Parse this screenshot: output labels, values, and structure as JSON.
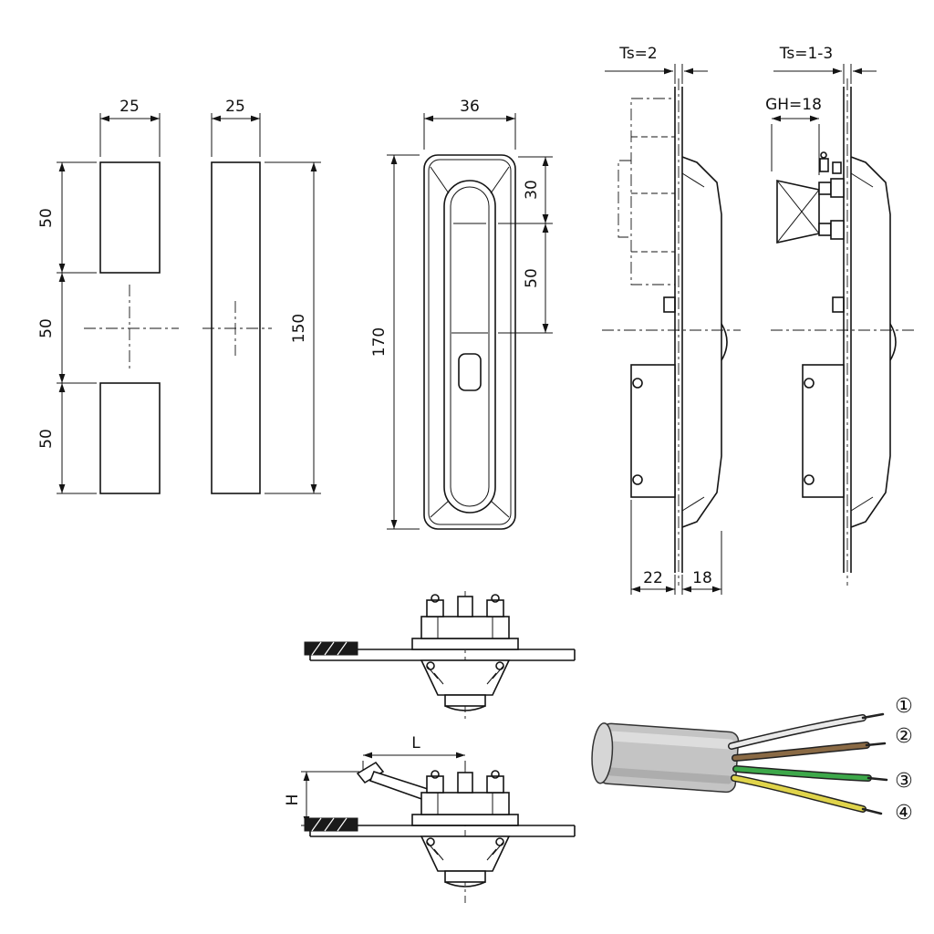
{
  "views": {
    "block_pair": {
      "dim_width": "25",
      "dim_seg1": "50",
      "dim_seg2": "50",
      "dim_seg3": "50"
    },
    "block_tall": {
      "dim_width": "25",
      "dim_height": "150"
    },
    "front": {
      "dim_width": "36",
      "dim_height": "170",
      "dim_handle_top": "30",
      "dim_handle_mid": "50"
    },
    "side_a": {
      "panel_thickness": "Ts=2",
      "dim_behind": "22",
      "dim_front": "18"
    },
    "side_b": {
      "panel_thickness": "Ts=1-3",
      "grip_height": "GH=18"
    },
    "lever_section": {
      "dim_length": "L",
      "dim_height": "H"
    },
    "cable": {
      "wire_labels": [
        "①",
        "②",
        "③",
        "④"
      ],
      "colors": {
        "body": "#c4c4c4",
        "cap": "#d6d6d6",
        "wire1": "#e9e9e9",
        "wire2": "#8a6a45",
        "wire3": "#3da84a",
        "wire4": "#e0d44b"
      }
    }
  }
}
